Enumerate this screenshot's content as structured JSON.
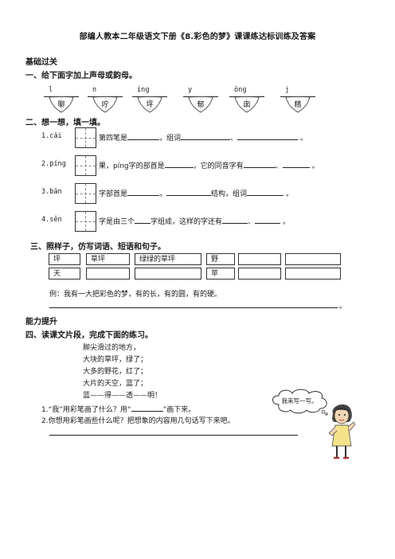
{
  "title": "部编人教本二年级语文下册《8.彩色的梦》课课练达标训练及答案",
  "basic_section": "基础过关",
  "q1": {
    "heading": "一、给下面字加上声母或韵母。",
    "items": [
      {
        "pinyin": "l",
        "char": "聊"
      },
      {
        "pinyin": "n",
        "char": "咛"
      },
      {
        "pinyin": "ínɡ",
        "char": "坪"
      },
      {
        "pinyin": "y",
        "char": "郁"
      },
      {
        "pinyin": "ōnɡ",
        "char": "囱"
      },
      {
        "pinyin": "j",
        "char": "精"
      }
    ]
  },
  "q2": {
    "heading": "二、想一想，填一填。",
    "items": [
      {
        "pinyin": "1.cǎi",
        "a": "第四笔是",
        "b": "，组词",
        "c": "、",
        "end": "。"
      },
      {
        "pinyin": "2.pínɡ",
        "a": "果，pínɡ字的部首是",
        "b": "，它的同音字有",
        "c": "、",
        "end": "。"
      },
      {
        "pinyin": "3.bān",
        "a": "字部首是",
        "b": "，",
        "c": "结构，组词",
        "end": "。"
      },
      {
        "pinyin": "4.sēn",
        "a": "字是由三个",
        "b": "字组成，这样的字还有",
        "c": "、",
        "end": "。"
      }
    ]
  },
  "q3": {
    "heading": "三、照样子，仿写词语、短语和句子。",
    "row1": [
      "坪",
      "草坪",
      "绿绿的草坪",
      "野",
      "",
      ""
    ],
    "row2": [
      "天",
      "",
      "",
      "苹",
      "",
      ""
    ],
    "example": "例：我有一大把彩色的梦，有的长，有的圆，有的硬。",
    "end": "。"
  },
  "ability_section": "能力提升",
  "q4": {
    "heading": "四、读课文片段，完成下面的练习。",
    "poem": [
      "脚尖滑过的地方，",
      "大块的草坪，绿了；",
      "大多的野花，红了；",
      "大片的天空，蓝了；",
      "蓝——得——透——明！"
    ],
    "sub1_a": "1.“我”用彩笔画了什么？用“",
    "sub1_b": "”画下来。",
    "sub2": "2.你想用彩笔画些什么呢？把想象的内容用几句话写下来吧。",
    "bubble": "我来写一写。"
  }
}
